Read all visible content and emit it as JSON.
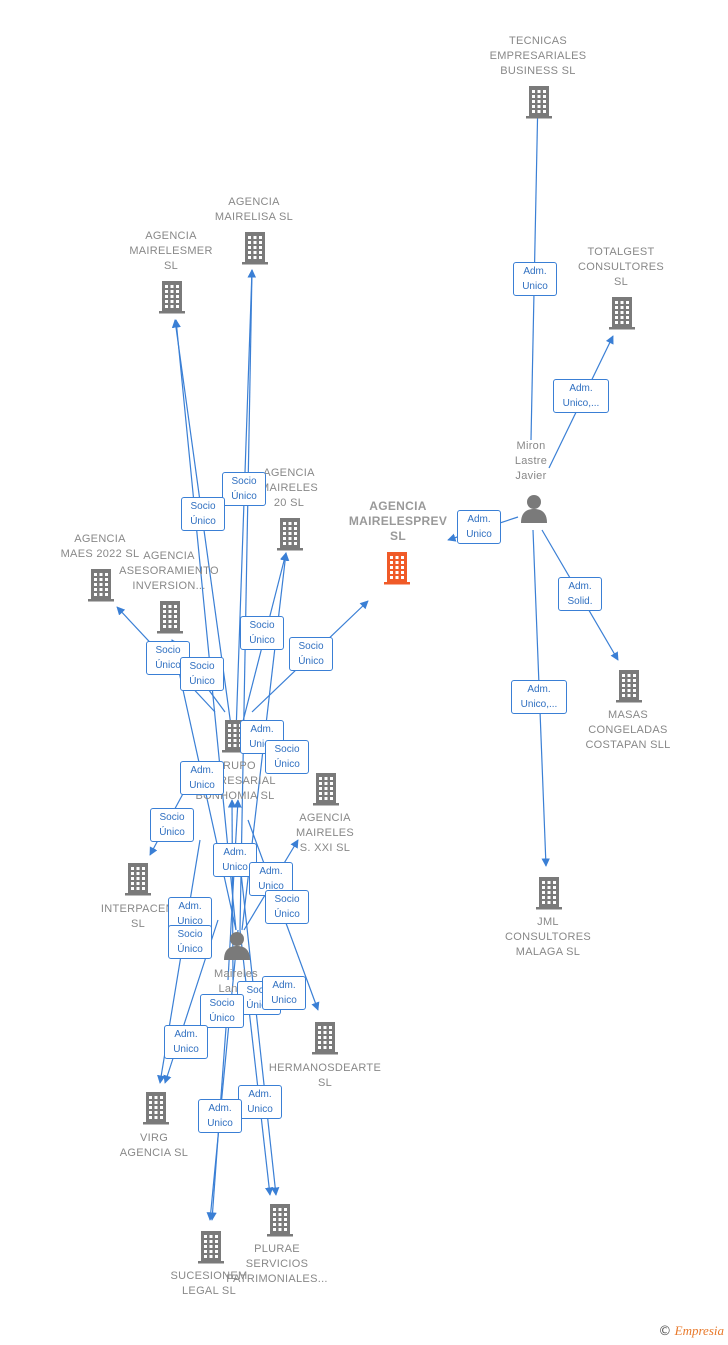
{
  "colors": {
    "building": "#7a7a7a",
    "focus_building": "#f05a28",
    "person": "#7a7a7a",
    "edge": "#3a7fd5",
    "label_text": "#888888"
  },
  "nodes": [
    {
      "id": "tecnicas",
      "type": "company",
      "label": "TECNICAS\nEMPRESARIALES\nBUSINESS  SL",
      "icon": "building-icon"
    },
    {
      "id": "totalgest",
      "type": "company",
      "label": "TOTALGEST\nCONSULTORES\nSL",
      "icon": "building-icon"
    },
    {
      "id": "mairelisa",
      "type": "company",
      "label": "AGENCIA\nMAIRELISA  SL",
      "icon": "building-icon"
    },
    {
      "id": "mairelesmer",
      "type": "company",
      "label": "AGENCIA\nMAIRELESMER\nSL",
      "icon": "building-icon"
    },
    {
      "id": "miron",
      "type": "person",
      "label": "Miron\nLastre\nJavier",
      "icon": "person-icon"
    },
    {
      "id": "maireles20",
      "type": "company",
      "label": "AGENCIA\nMAIRELES\n20  SL",
      "icon": "building-icon"
    },
    {
      "id": "mairelesprev",
      "type": "company",
      "label": "AGENCIA\nMAIRELESPREV\nSL",
      "icon": "building-icon",
      "focus": true
    },
    {
      "id": "maes2022",
      "type": "company",
      "label": "AGENCIA\nMAES 2022  SL",
      "icon": "building-icon"
    },
    {
      "id": "asesoramiento",
      "type": "company",
      "label": "AGENCIA\nASESORAMIENTO\nINVERSION...",
      "icon": "building-icon"
    },
    {
      "id": "masas",
      "type": "company",
      "label": "MASAS\nCONGELADAS\nCOSTAPAN SLL",
      "icon": "building-icon"
    },
    {
      "id": "grupo",
      "type": "company",
      "label": "GRUPO\nEMPRESARIAL\nBONHOMIA  SL",
      "icon": "building-icon"
    },
    {
      "id": "xxi",
      "type": "company",
      "label": "AGENCIA\nMAIRELES\nS. XXI  SL",
      "icon": "building-icon"
    },
    {
      "id": "interpacem",
      "type": "company",
      "label": "INTERPACEM\nSL",
      "icon": "building-icon"
    },
    {
      "id": "jml",
      "type": "company",
      "label": "JML\nCONSULTORES\nMALAGA  SL",
      "icon": "building-icon"
    },
    {
      "id": "maireles_person",
      "type": "person",
      "label": "Maireles\nLanz...",
      "icon": "person-icon"
    },
    {
      "id": "hermanos",
      "type": "company",
      "label": "HERMANOSDEARTE\nSL",
      "icon": "building-icon"
    },
    {
      "id": "virg",
      "type": "company",
      "label": "VIRG\nAGENCIA  SL",
      "icon": "building-icon"
    },
    {
      "id": "plurae",
      "type": "company",
      "label": "PLURAE\nSERVICIOS\nPATRIMONIALES...",
      "icon": "building-icon"
    },
    {
      "id": "sucesionem",
      "type": "company",
      "label": "SUCESIONEM\nLEGAL  SL",
      "icon": "building-icon"
    }
  ],
  "edge_labels": [
    "Adm.\nUnico",
    "Adm.\nUnico,...",
    "Adm.\nUnico",
    "Adm.\nSolid.",
    "Adm.\nUnico,...",
    "Socio\nÚnico",
    "Socio\nÚnico",
    "Socio\nÚnico",
    "Socio\nÚnico",
    "Socio\nÚnico",
    "Socio\nÚnico",
    "Adm.\nUnico",
    "Socio\nÚnico",
    "Adm.\nUnico",
    "Socio\nÚnico",
    "Adm.\nUnico",
    "Adm.\nUnico",
    "Socio\nÚnico",
    "Adm.\nUnico",
    "Socio\nÚnico",
    "Socio\nÚnico",
    "Adm.\nUnico",
    "Socio\nÚnico",
    "Adm.\nUnico",
    "Adm.\nUnico",
    "Adm.\nUnico"
  ],
  "footer": {
    "copyright": "©",
    "brand": "Empresia"
  }
}
